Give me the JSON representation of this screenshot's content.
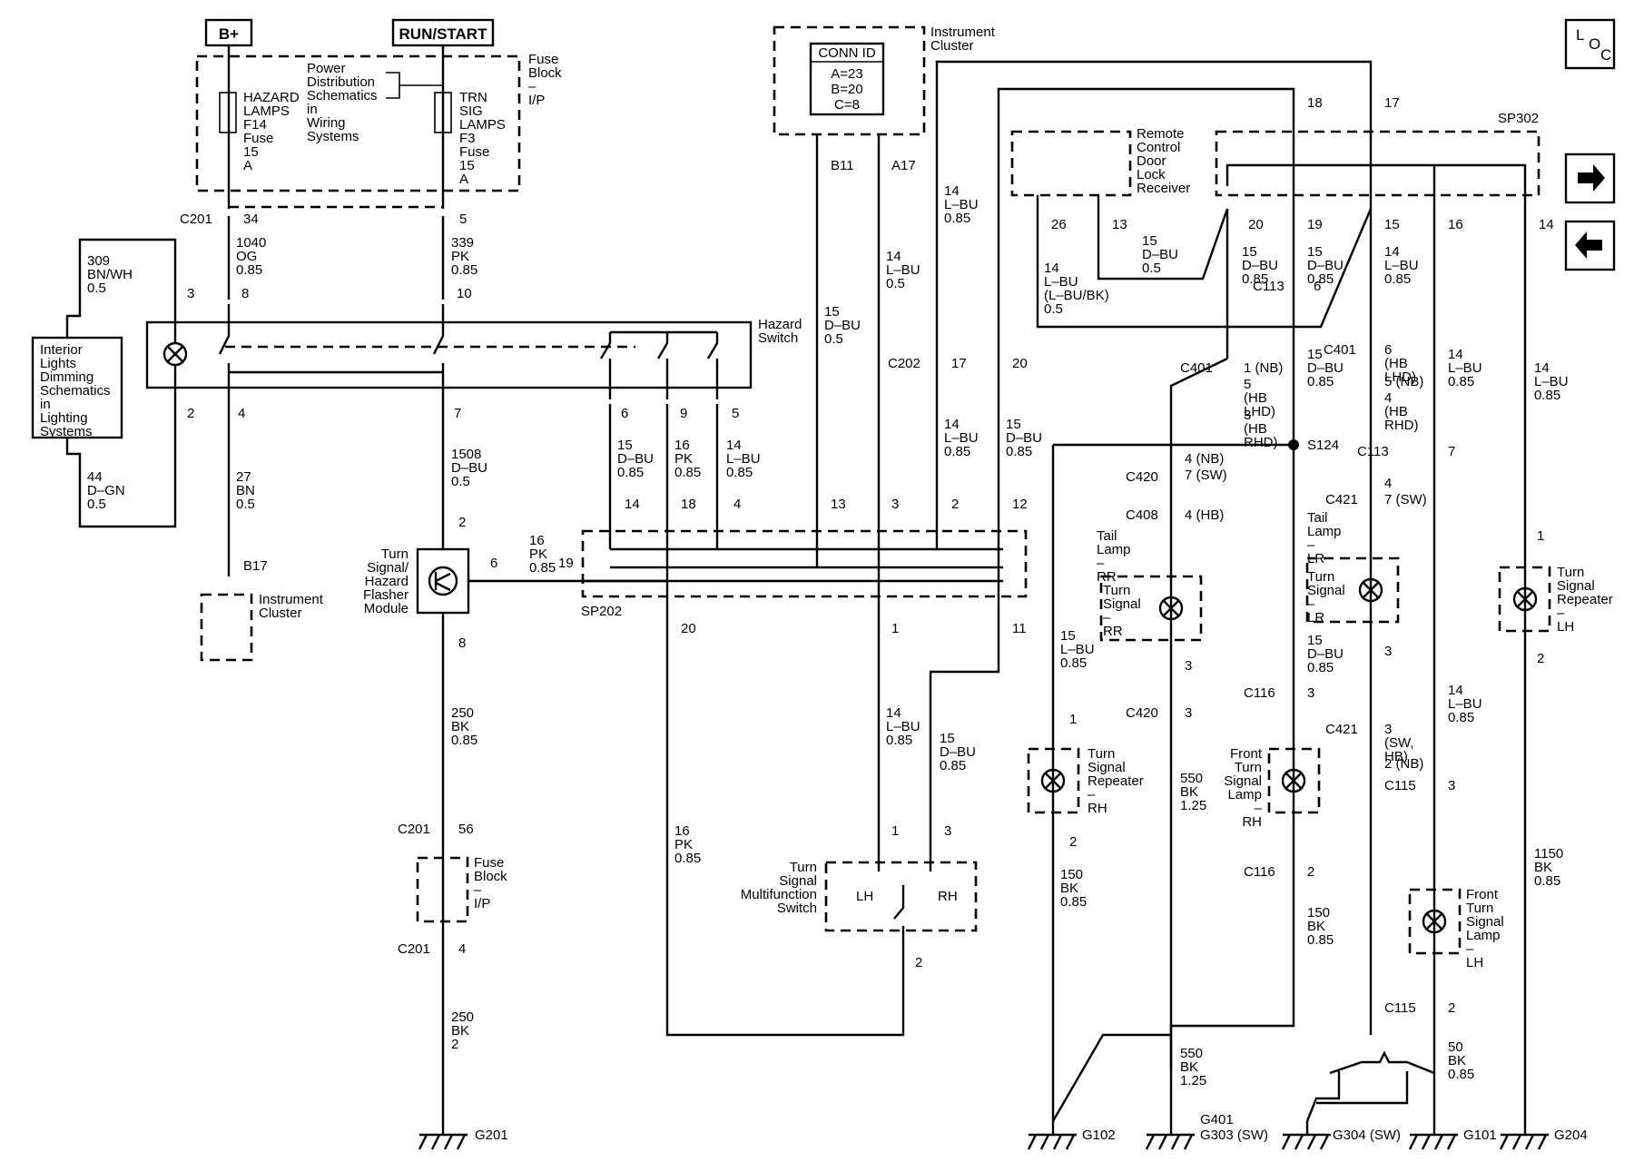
{
  "power": {
    "bplus": "B+",
    "runstart": "RUN/START"
  },
  "fuse_block_top": {
    "title": "Fuse Block – I/P",
    "hazard_fuse": "HAZARD LAMPS F14 Fuse 15 A",
    "trn_fuse": "TRN SIG LAMPS F3 Fuse 15 A",
    "power_dist_note": "Power Distribution Schematics in Wiring Systems"
  },
  "instrument_cluster_top": {
    "title": "Instrument Cluster",
    "conn_id_title": "CONN ID",
    "conn_ids": [
      "A=23",
      "B=20",
      "C=8"
    ],
    "pins": [
      "B11",
      "A17"
    ]
  },
  "loc_icon_label": "LOC",
  "nav": {
    "next": "next-arrow-icon",
    "prev": "prev-arrow-icon"
  },
  "connectors": {
    "c201_top": "C201",
    "c201_34": "34",
    "c201_5": "5",
    "c201_56": "C201",
    "c201_56_pin": "56",
    "c201_4": "C201",
    "c201_4_pin": "4",
    "c202": "C202",
    "c202_17": "17",
    "c202_20": "20",
    "c401_top": "C401",
    "c401_right": "C401",
    "c420_a": "C420",
    "c420_b": "C420",
    "c408": "C408",
    "c421_a": "C421",
    "c421_b": "C421",
    "c113_a": "C113",
    "c113_b": "C113",
    "c116_a": "C116",
    "c116_b": "C116",
    "c115_a": "C115",
    "c115_b": "C115",
    "s124": "S124",
    "sp202": "SP202",
    "sp302": "SP302"
  },
  "wires": {
    "w1040": "1040 OG 0.85",
    "w339": "339 PK 0.85",
    "w309": "309 BN/WH 0.5",
    "w44": "44 D–GN 0.5",
    "w27": "27 BN 0.5",
    "w1508": "1508 D–BU 0.5",
    "w16pk_flasher": "16 PK 0.85",
    "w250_a": "250 BK 0.85",
    "w250_b": "250 BK 2",
    "w15dbu_b11": "15 D–BU 0.5",
    "w14lbu_a17": "14 L–BU 0.5",
    "w14lbu_ic": "14 L–BU 0.85",
    "w15dbu_6": "15 D–BU 0.85",
    "w16pk_9": "16 PK 0.85",
    "w14lbu_5": "14 L–BU 0.85",
    "w14lbu_c202": "14 L–BU 0.85",
    "w15dbu_c202": "15 D–BU 0.85",
    "w16pk_20": "16 PK 0.85",
    "w14lbu_1": "14 L–BU 0.85",
    "w15dbu_11": "15 D–BU 0.85",
    "w14lbu_26": "14 L–BU (L–BU/BK) 0.5",
    "w15dbu_13": "15 D–BU 0.5",
    "w15dbu_20": "15 D–BU 0.85",
    "w15dbu_19": "15 D–BU 0.85",
    "w14lbu_15": "14 L–BU 0.85",
    "w15dbu_c113": "15 D–BU 0.85",
    "w15lbu_rh": "15 L–BU 0.85",
    "w15dbu_ft": "15 D–BU 0.85",
    "w14lbu_16": "14 L–BU 0.85",
    "w14lbu_14": "14 L–BU 0.85",
    "w14lbu_ftlh": "14 L–BU 0.85",
    "w150_a": "150 BK 0.85",
    "w550_a": "550 BK 1.25",
    "w150_b": "150 BK 0.85",
    "w550_b": "550 BK 1.25",
    "w1150": "1150 BK 0.85",
    "w50": "50 BK 0.85"
  },
  "components": {
    "interior_lights": "Interior Lights Dimming Schematics in Lighting Systems",
    "hazard_switch": "Hazard Switch",
    "flasher": "Turn Signal/ Hazard Flasher Module",
    "ic_bottom": "Instrument Cluster",
    "fuse_block_bottom": "Fuse Block – I/P",
    "multifunction": "Turn Signal Multifunction Switch",
    "mf_lh": "LH",
    "mf_rh": "RH",
    "rcdl": "Remote Control Door Lock Receiver",
    "tail_rr_title": "Tail Lamp – RR",
    "tail_rr_inner": "Turn Signal – RR",
    "tail_lr_title": "Tail Lamp – LR",
    "tail_lr_inner": "Turn Signal – LR",
    "repeater_rh": "Turn Signal Repeater – RH",
    "front_rh": "Front Turn Signal Lamp – RH",
    "front_lh": "Front Turn Signal Lamp – LH",
    "repeater_lh": "Turn Signal Repeater – LH"
  },
  "pins": {
    "hs_3": "3",
    "hs_8": "8",
    "hs_10": "10",
    "hs_2": "2",
    "hs_4": "4",
    "hs_7": "7",
    "hs_6": "6",
    "hs_9": "9",
    "hs_5": "5",
    "b17": "B17",
    "fl_2": "2",
    "fl_6": "6",
    "fl_8": "8",
    "fl_19": "19",
    "sp_14": "14",
    "sp_18": "18",
    "sp_4": "4",
    "sp_13": "13",
    "sp_3": "3",
    "sp_2": "2",
    "sp_12": "12",
    "sp_20": "20",
    "sp_1": "1",
    "sp_11": "11",
    "mf_1": "1",
    "mf_3": "3",
    "mf_2": "2",
    "ic_18": "18",
    "ic_17": "17",
    "rc_26": "26",
    "rc_13": "13",
    "sp3_20": "20",
    "sp3_19": "19",
    "sp3_15": "15",
    "sp3_16": "16",
    "sp3_14": "14",
    "c113_6": "6",
    "c401_nb": "1 (NB)",
    "c401_hb_lhd": "5 (HB LHD)",
    "c401_hb_rhd": "3 (HB RHD)",
    "c401r_a": "6 (HB LHD)",
    "c401r_b": "5 (NB)",
    "c401r_c": "4 (HB RHD)",
    "c420_nb": "4 (NB)",
    "c420_sw": "7 (SW)",
    "c408_hb": "4 (HB)",
    "c113_7": "7",
    "c421_4": "4",
    "c421_7sw": "7 (SW)",
    "tlrr_3": "3",
    "c420_3": "3",
    "tllr_3": "3",
    "c421_3sw": "3 (SW, HB)",
    "c421_2nb": "2 (NB)",
    "rep_rh_1": "1",
    "rep_rh_2": "2",
    "c116_3": "3",
    "c116_2": "2",
    "c115_3": "3",
    "c115_2": "2",
    "rep_lh_1": "1",
    "rep_lh_2": "2"
  },
  "grounds": {
    "g201": "G201",
    "g102": "G102",
    "g401": "G401",
    "g303": "G303 (SW)",
    "g304": "G304 (SW)",
    "g101": "G101",
    "g204": "G204"
  }
}
